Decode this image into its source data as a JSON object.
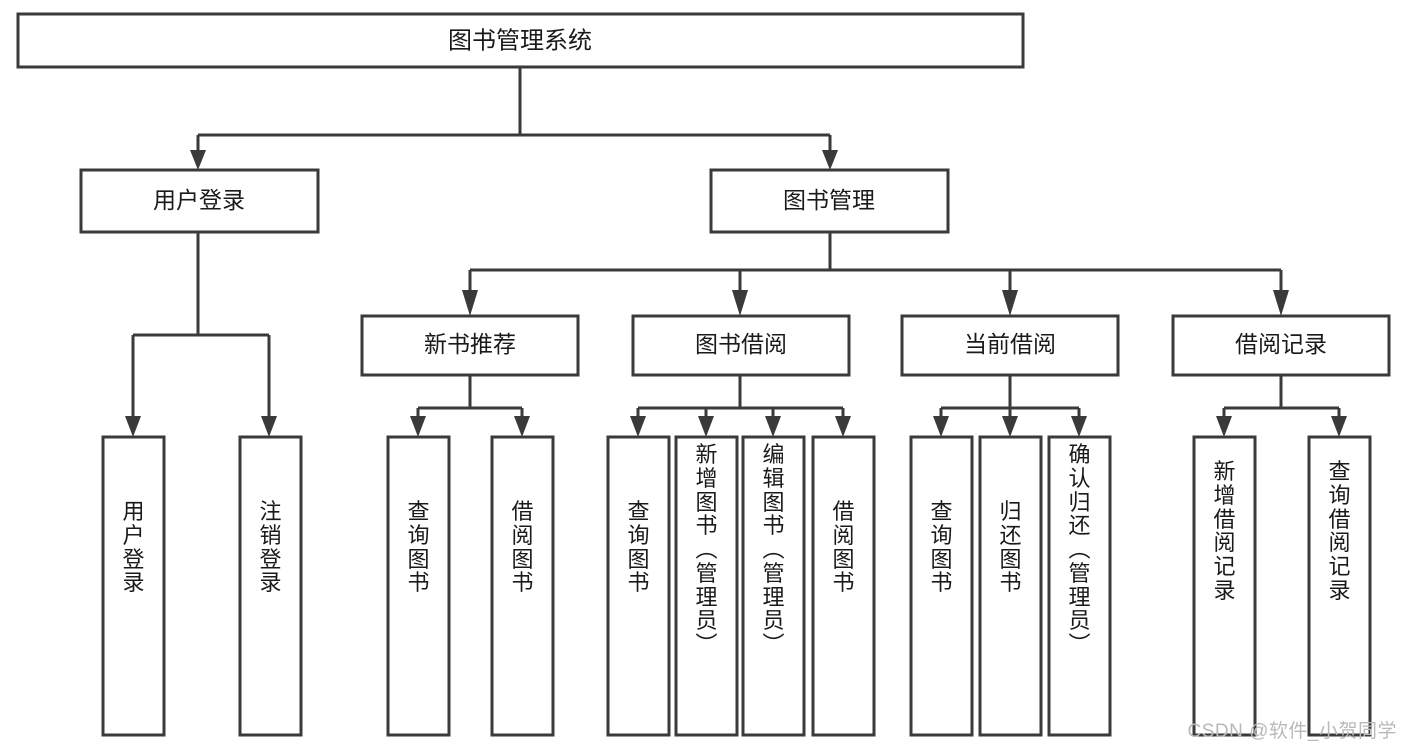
{
  "diagram": {
    "type": "tree",
    "title": "图书管理系统",
    "watermark": "CSDN @软件_小贺同学",
    "colors": {
      "stroke": "#3a3a3a",
      "fill": "#ffffff",
      "text": "#1a1a1a",
      "watermark": "#b9b9b9"
    },
    "levels": {
      "root": {
        "label": "图书管理系统"
      },
      "level2": [
        {
          "label": "用户登录"
        },
        {
          "label": "图书管理"
        }
      ],
      "level3": [
        {
          "label": "新书推荐",
          "parent": "图书管理"
        },
        {
          "label": "图书借阅",
          "parent": "图书管理"
        },
        {
          "label": "当前借阅",
          "parent": "图书管理"
        },
        {
          "label": "借阅记录",
          "parent": "图书管理"
        }
      ],
      "leaves": [
        {
          "label": "用户登录",
          "parent": "用户登录"
        },
        {
          "label": "注销登录",
          "parent": "用户登录"
        },
        {
          "label": "查询图书",
          "parent": "新书推荐"
        },
        {
          "label": "借阅图书",
          "parent": "新书推荐"
        },
        {
          "label": "查询图书",
          "parent": "图书借阅"
        },
        {
          "label": "新增图书（管理员）",
          "parent": "图书借阅"
        },
        {
          "label": "编辑图书（管理员）",
          "parent": "图书借阅"
        },
        {
          "label": "借阅图书",
          "parent": "图书借阅"
        },
        {
          "label": "查询图书",
          "parent": "当前借阅"
        },
        {
          "label": "归还图书",
          "parent": "当前借阅"
        },
        {
          "label": "确认归还（管理员）",
          "parent": "当前借阅"
        },
        {
          "label": "新增借阅记录",
          "parent": "借阅记录"
        },
        {
          "label": "查询借阅记录",
          "parent": "借阅记录"
        }
      ]
    }
  }
}
